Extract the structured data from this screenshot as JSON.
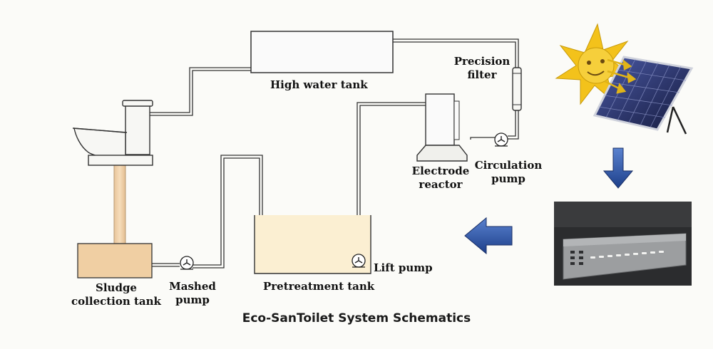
{
  "labels": {
    "high_water_tank": "High water tank",
    "precision_filter": [
      "Precision",
      "filter"
    ],
    "electrode_reactor": [
      "Electrode",
      "reactor"
    ],
    "circulation_pump": [
      "Circulation",
      "pump"
    ],
    "sludge_collection_tank": [
      "Sludge",
      "collection tank"
    ],
    "mashed_pump": [
      "Mashed",
      "pump"
    ],
    "pretreatment_tank": "Pretreatment tank",
    "lift_pump": "Lift pump"
  },
  "caption": "Eco-SanToilet System Schematics",
  "colors": {
    "pipe": "#333333",
    "pipe_fill": "#f4f4f0",
    "sludge_tank": "#f0cfa3",
    "pretreatment_tank": "#fbefd2",
    "arrow_blue": "#2c55a8",
    "sun": "#f3c21b",
    "panel": "#2a2f5e",
    "controller_bg": "#2b2c2e"
  }
}
